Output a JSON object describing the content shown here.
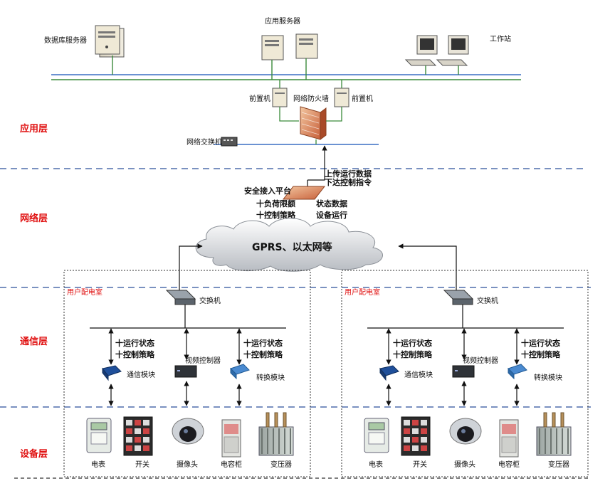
{
  "layers": {
    "application": "应用层",
    "network": "网络层",
    "communication": "通信层",
    "device": "设备层"
  },
  "top": {
    "db_server": "数据库服务器",
    "app_server": "应用服务器",
    "workstation": "工作站",
    "front_left": "前置机",
    "firewall": "网络防火墙",
    "front_right": "前置机",
    "net_switch": "网络交换机"
  },
  "network": {
    "upload_line1": "上传运行数据",
    "upload_line2": "下达控制指令",
    "access_platform": "安全接入平台",
    "load_limit": "十负荷限额",
    "control_policy": "十控制策略",
    "status_data": "状态数据",
    "device_running": "设备运行",
    "cloud": "GPRS、以太网等"
  },
  "rooms": [
    {
      "title": "用户配电室",
      "switch": "交换机",
      "run_status": "十运行状态",
      "ctrl_policy": "十控制策略",
      "video_ctrl": "视频控制器",
      "comm_module": "通信模块",
      "conv_module": "转换模块",
      "devices": [
        "电表",
        "开关",
        "摄像头",
        "电容柜",
        "变压器"
      ]
    },
    {
      "title": "用户配电室",
      "switch": "交换机",
      "run_status": "十运行状态",
      "ctrl_policy": "十控制策略",
      "video_ctrl": "视频控制器",
      "comm_module": "通信模块",
      "conv_module": "转换模块",
      "devices": [
        "电表",
        "开关",
        "摄像头",
        "电容柜",
        "变压器"
      ]
    }
  ],
  "colors": {
    "layer_label": "#e01010",
    "dash_line": "#2a4f9a",
    "network_bus": "#3a6fc4",
    "bus_green": "#3a8a3a"
  }
}
